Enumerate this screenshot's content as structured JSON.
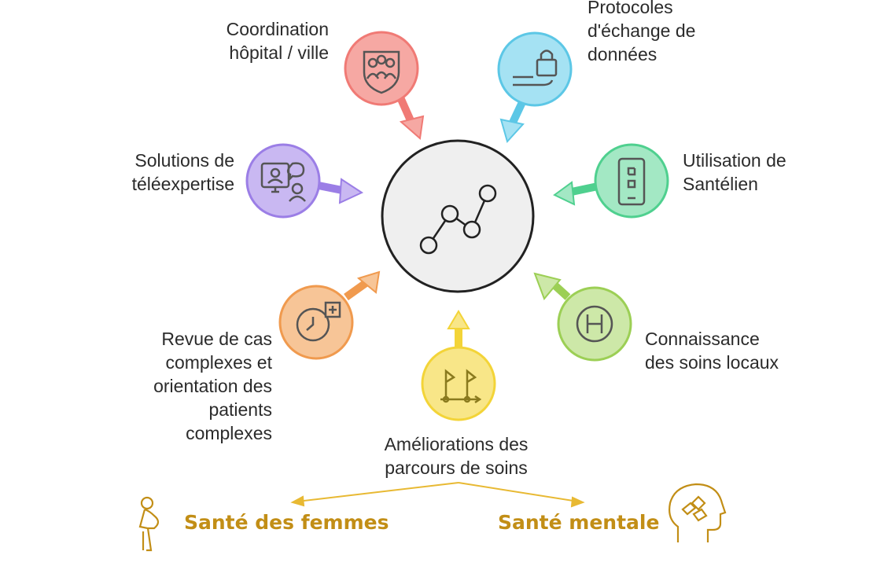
{
  "hub": {
    "icon": "line-chart-icon"
  },
  "nodes": [
    {
      "id": "coordination",
      "label": "Coordination\nhôpital / ville",
      "color": "#f07a75",
      "icon": "team-shield-icon"
    },
    {
      "id": "protocoles",
      "label": "Protocoles\nd'échange de\ndonnées",
      "color": "#5cc7e6",
      "icon": "secure-data-lock-icon"
    },
    {
      "id": "santelien",
      "label": "Utilisation de\nSantélien",
      "color": "#4fd08f",
      "icon": "mobile-medical-icon"
    },
    {
      "id": "connaissance",
      "label": "Connaissance\ndes soins locaux",
      "color": "#9ccf55",
      "icon": "hospital-h-icon"
    },
    {
      "id": "parcours",
      "label": "Améliorations des\nparcours de soins",
      "color": "#f3d438",
      "icon": "flag-path-icon"
    },
    {
      "id": "revue",
      "label": "Revue de cas\ncomplexes et\norientation des\npatients\ncomplexes",
      "color": "#f09a4e",
      "icon": "clock-plus-icon"
    },
    {
      "id": "teleexpertise",
      "label": "Solutions de\ntéléexpertise",
      "color": "#9b7ee6",
      "icon": "telemedicine-icon"
    }
  ],
  "themes": [
    {
      "label": "Santé des femmes",
      "icon": "pregnant-woman-icon"
    },
    {
      "label": "Santé mentale",
      "icon": "head-puzzle-icon"
    }
  ],
  "colors": {
    "theme": "#c28e16",
    "arrow": "#e8b933",
    "hub_fill": "#efefef",
    "hub_stroke": "#222222"
  }
}
